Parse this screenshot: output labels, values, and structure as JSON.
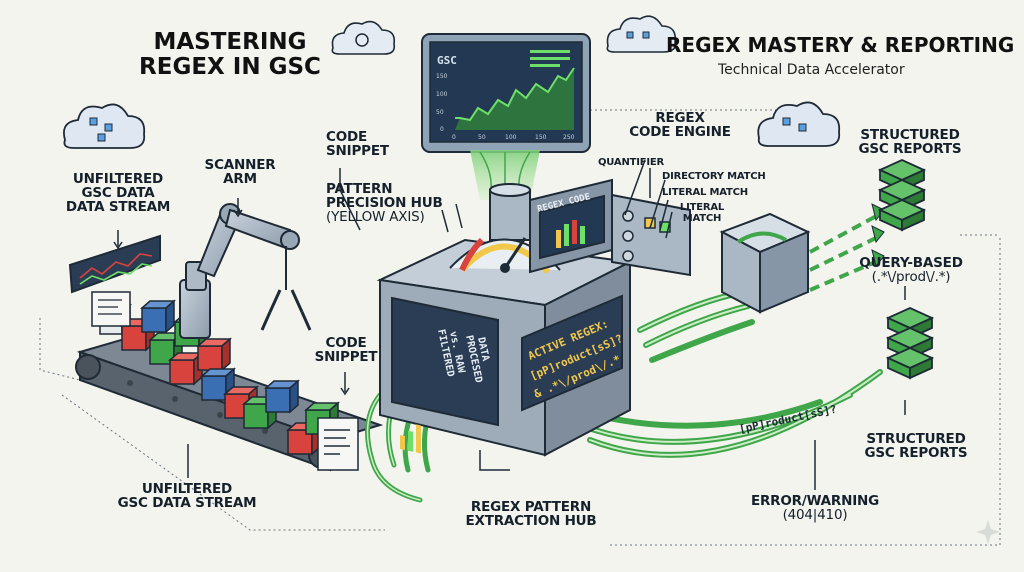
{
  "title": {
    "main_line1": "MASTERING",
    "main_line2": "REGEX IN GSC",
    "right": "REGEX MASTERY & REPORTING",
    "subtitle": "Technical Data Accelerator"
  },
  "monitor": {
    "label": "GSC",
    "y_ticks": [
      "150",
      "100",
      "50",
      "0"
    ],
    "x_ticks": [
      "0",
      "50",
      "100",
      "150",
      "250"
    ]
  },
  "labels": {
    "unfiltered_top": [
      "UNFILTERED",
      "GSC DATA",
      "DATA STREAM"
    ],
    "scanner_arm": [
      "SCANNER",
      "ARM"
    ],
    "code_snippet_top": [
      "CODE",
      "SNIPPET"
    ],
    "pattern_hub": [
      "PATTERN",
      "PRECISION HUB"
    ],
    "yellow_axis": "(YELLOW AXIS)",
    "code_snippet_mid": [
      "CODE",
      "SNIPPET"
    ],
    "regex_engine": [
      "REGEX",
      "CODE ENGINE"
    ],
    "quantifier": "QUANTIFIER",
    "directory_match": "DIRECTORY MATCH",
    "literal_match_1": "LITERAL MATCH",
    "literal_match_2": [
      "LITERAL",
      "MATCH"
    ],
    "structured_top": [
      "STRUCTURED",
      "GSC REPORTS"
    ],
    "query_based": [
      "QUERY-BASED",
      "(.*\\/prod\\/.*)"
    ],
    "structured_bottom": [
      "STRUCTURED",
      "GSC REPORTS"
    ],
    "error_warning": [
      "ERROR/WARNING",
      "(404|410)"
    ],
    "unfiltered_bottom": [
      "UNFILTERED",
      "GSC DATA STREAM"
    ],
    "extraction_hub": [
      "REGEX PATTERN",
      "EXTRACTION HUB"
    ]
  },
  "machine": {
    "left_screen": [
      "FILTERED",
      "vs. RAW",
      "PROCESED",
      "DATA"
    ],
    "right_screen": [
      "ACTIVE REGEX:",
      "[pP]roduct[sS]?",
      "& .*\\/prod\\/.*"
    ],
    "side_sign": "REGEX CODE",
    "tube_text": "[pP]roduct[sS]?"
  },
  "colors": {
    "accent_green": "#3fa64a",
    "screen_navy": "#2b3d55",
    "regex_yellow": "#f2c84b",
    "cube_red": "#d9433e",
    "cube_blue": "#3b6fb3",
    "outline": "#1e2a36"
  }
}
